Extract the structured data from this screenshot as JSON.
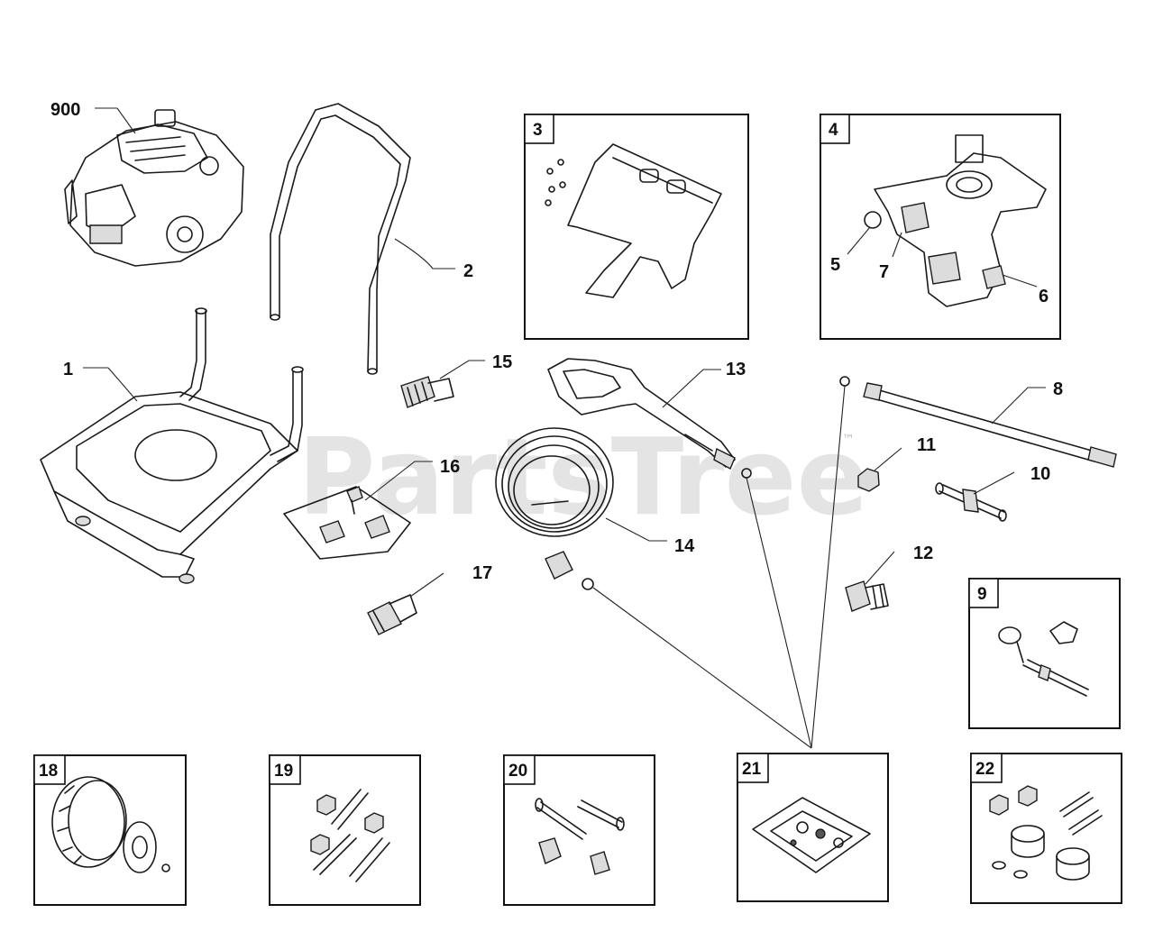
{
  "watermark": {
    "text": "PartsTree",
    "trademark": "™"
  },
  "callouts": {
    "c900": "900",
    "c1": "1",
    "c2": "2",
    "c5": "5",
    "c6": "6",
    "c7": "7",
    "c8": "8",
    "c10": "10",
    "c11": "11",
    "c12": "12",
    "c13": "13",
    "c14": "14",
    "c15": "15",
    "c16": "16",
    "c17": "17"
  },
  "boxes": {
    "b3": "3",
    "b4": "4",
    "b9": "9",
    "b18": "18",
    "b19": "19",
    "b20": "20",
    "b21": "21",
    "b22": "22"
  }
}
